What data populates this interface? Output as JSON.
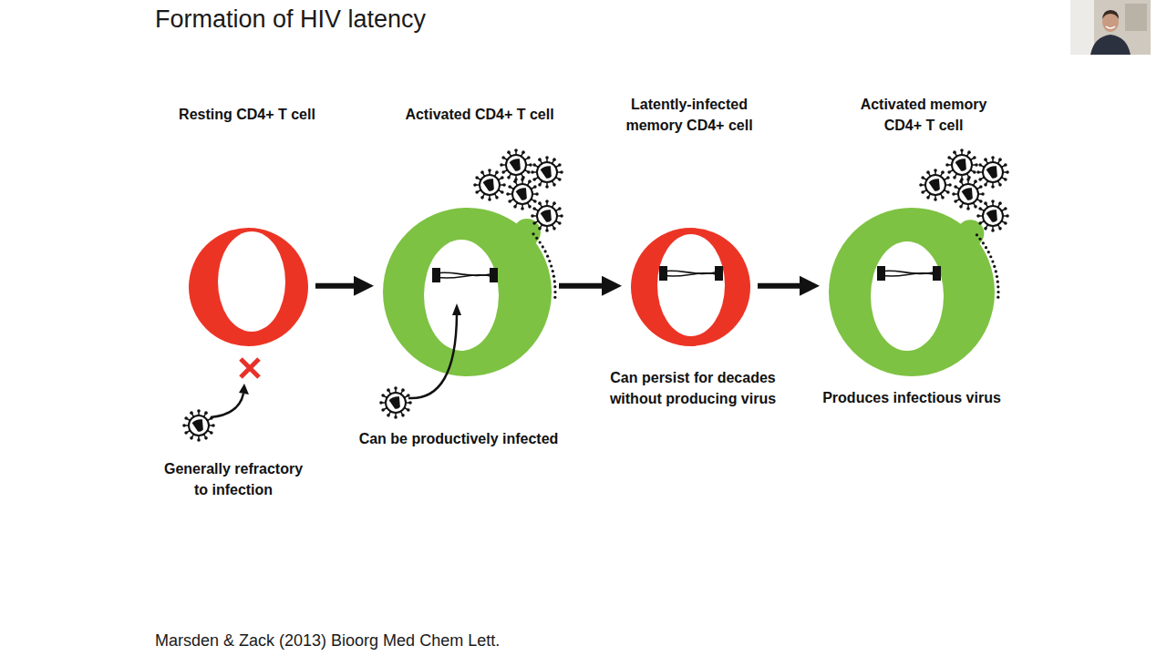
{
  "diagram": {
    "title": "Formation of HIV latency",
    "caption": "Marsden & Zack (2013) Bioorg Med Chem Lett.",
    "nodes": [
      {
        "text": [
          "Resting CD4+ T cell",
          "Generally refractory to infection"
        ]
      },
      {
        "text": [
          "Activated CD4+ T cell",
          "Can be productively infected"
        ]
      },
      {
        "text": [
          "Latently-infected memory CD4+ cell",
          "Can persist for decades without producing virus"
        ]
      },
      {
        "text": [
          "Activated memory CD4+ T cell",
          "Produces infectious virus"
        ]
      }
    ],
    "edges": [
      {
        "from": 0,
        "to": 1,
        "arrow": "to"
      },
      {
        "from": 1,
        "to": 2,
        "arrow": "to"
      },
      {
        "from": 2,
        "to": 3,
        "arrow": "to"
      }
    ]
  }
}
